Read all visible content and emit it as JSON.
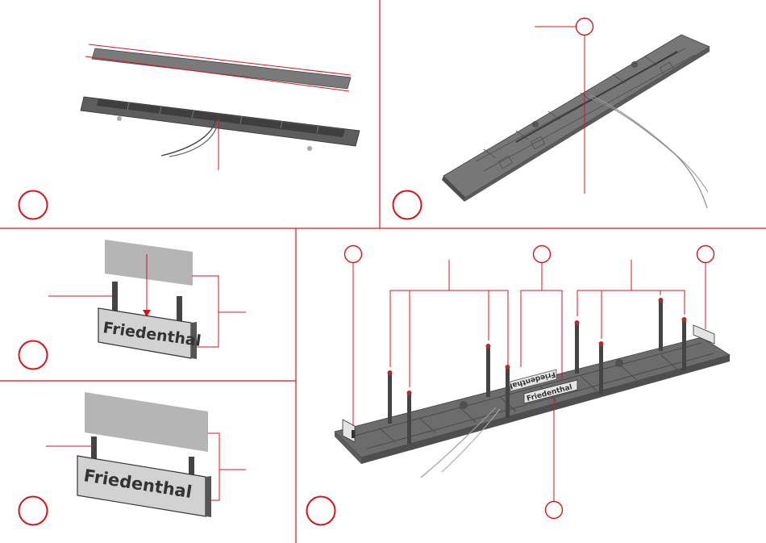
{
  "figure": {
    "colors": {
      "accent": "#d8141b",
      "part_dark": "#555555",
      "part_mid": "#6f6f6f",
      "part_light": "#9a9a9a",
      "panel_grey": "#b4b4b4",
      "sign_face": "#d2d2d2"
    }
  },
  "panels": {
    "panel_3": {
      "sign_text": "Friedenthal"
    },
    "panel_4": {
      "sign_text": "Friedenthal"
    },
    "panel_5": {
      "sign_front": "Friedenthal",
      "sign_back": "Friedenthal",
      "lamp_groups": [
        {
          "name": "lamp-group-left",
          "count": 4
        },
        {
          "name": "lamp-group-right",
          "count": 4
        }
      ]
    }
  }
}
